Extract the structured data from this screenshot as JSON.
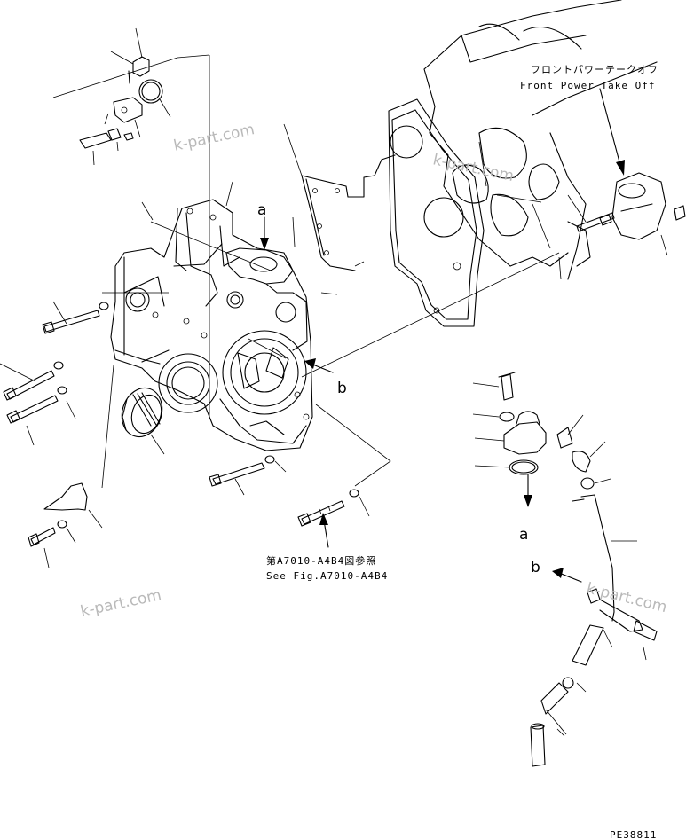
{
  "labels": {
    "front_pto_jp": "フロントパワーテークオフ",
    "front_pto_en": "Front Power Take Off",
    "see_fig_jp": "第A7010-A4B4図参照",
    "see_fig_en": "See Fig.A7010-A4B4",
    "a_top": "a",
    "b_mid": "b",
    "a_bottom": "a",
    "b_bottom": "b",
    "page_code": "PE38811"
  },
  "watermarks": [
    "k-part.com",
    "k-part.com",
    "k-part.com",
    "k-part.com"
  ]
}
